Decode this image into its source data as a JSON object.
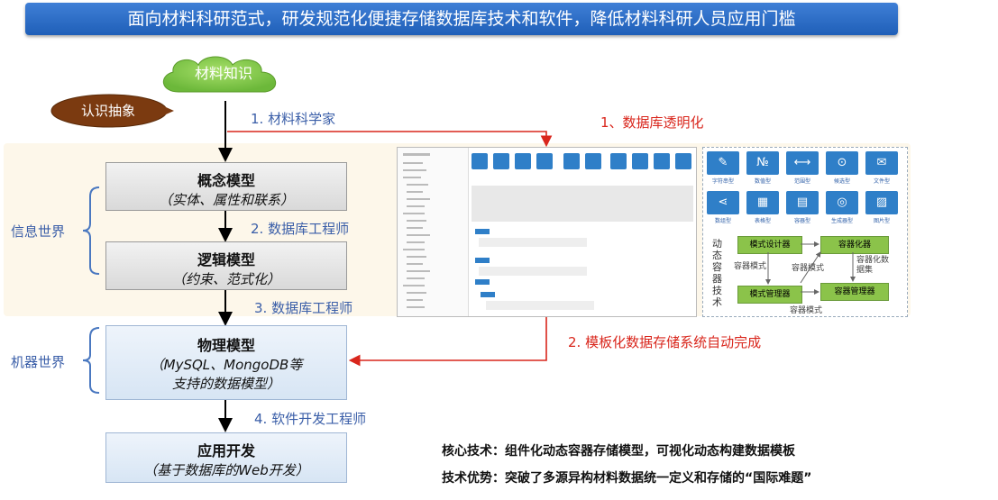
{
  "banner": "面向材料科研范式，研发规范化便捷存储数据库技术和软件，降低材料科研人员应用门槛",
  "cloud": "材料知识",
  "abstraction": "认识抽象",
  "step1": "1. 材料科学家",
  "step2": "2. 数据库工程师",
  "step3": "3. 数据库工程师",
  "step4": "4. 软件开发工程师",
  "red1": "1、数据库透明化",
  "red2": "2. 模板化数据存储系统自动完成",
  "worlds": {
    "info": "信息世界",
    "machine": "机器世界"
  },
  "boxes": {
    "concept": {
      "title": "概念模型",
      "sub": "（实体、属性和联系）"
    },
    "logic": {
      "title": "逻辑模型",
      "sub": "（约束、范式化）"
    },
    "physical": {
      "title": "物理模型",
      "sub1": "（MySQL、MongoDB等",
      "sub2": "支持的数据模型）"
    },
    "app": {
      "title": "应用开发",
      "sub": "（基于数据库的Web开发）"
    }
  },
  "components": {
    "tiles": [
      {
        "icon": "✎",
        "label": "字符串型"
      },
      {
        "icon": "№",
        "label": "数值型"
      },
      {
        "icon": "⟷",
        "label": "范围型"
      },
      {
        "icon": "⊙",
        "label": "候选型"
      },
      {
        "icon": "✉",
        "label": "文件型"
      },
      {
        "icon": "⋖",
        "label": "数组型"
      },
      {
        "icon": "▦",
        "label": "表格型"
      },
      {
        "icon": "▤",
        "label": "容器型"
      },
      {
        "icon": "◎",
        "label": "生成器型"
      },
      {
        "icon": "▨",
        "label": "图片型"
      }
    ],
    "vertical": "动态容器技术",
    "designer": "模式设计器",
    "containerizer": "容器化器",
    "schema_manager": "模式管理器",
    "container_manager": "容器管理器",
    "lbl_container_mode": "容器模式",
    "lbl_container_mode2": "容器模式",
    "lbl_container_data": "容器化数据集",
    "lbl_bottom": "容器模式"
  },
  "bottom": {
    "core": "核心技术：组件化动态容器存储模型，可视化动态构建数据模板",
    "advantage": "技术优势：突破了多源异构材料数据统一定义和存储的“国际难题”"
  }
}
